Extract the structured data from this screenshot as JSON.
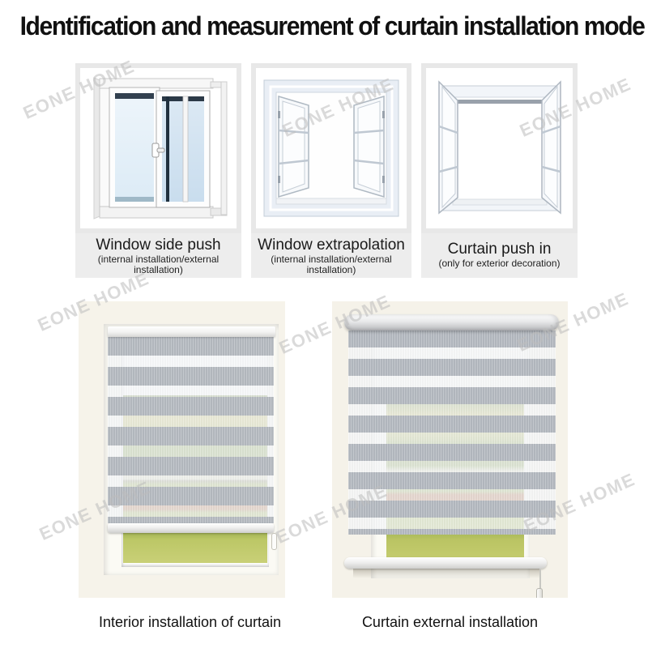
{
  "page": {
    "title": "Identification and measurement of curtain installation mode",
    "watermark_text": "EONE HOME"
  },
  "modes": [
    {
      "name": "Window side push",
      "note": "(internal installation/external installation)"
    },
    {
      "name": "Window extrapolation",
      "note": "(internal installation/external installation)"
    },
    {
      "name": "Curtain push in",
      "note": "(only for exterior decoration)"
    }
  ],
  "installations": [
    {
      "label": "Interior installation of curtain"
    },
    {
      "label": "Curtain external installation"
    }
  ],
  "colors": {
    "band_gray": "#b5bac1",
    "caption_bg": "#ededed",
    "panel_border": "#e8e8e8",
    "wall_cream": "#f6f3ea"
  }
}
